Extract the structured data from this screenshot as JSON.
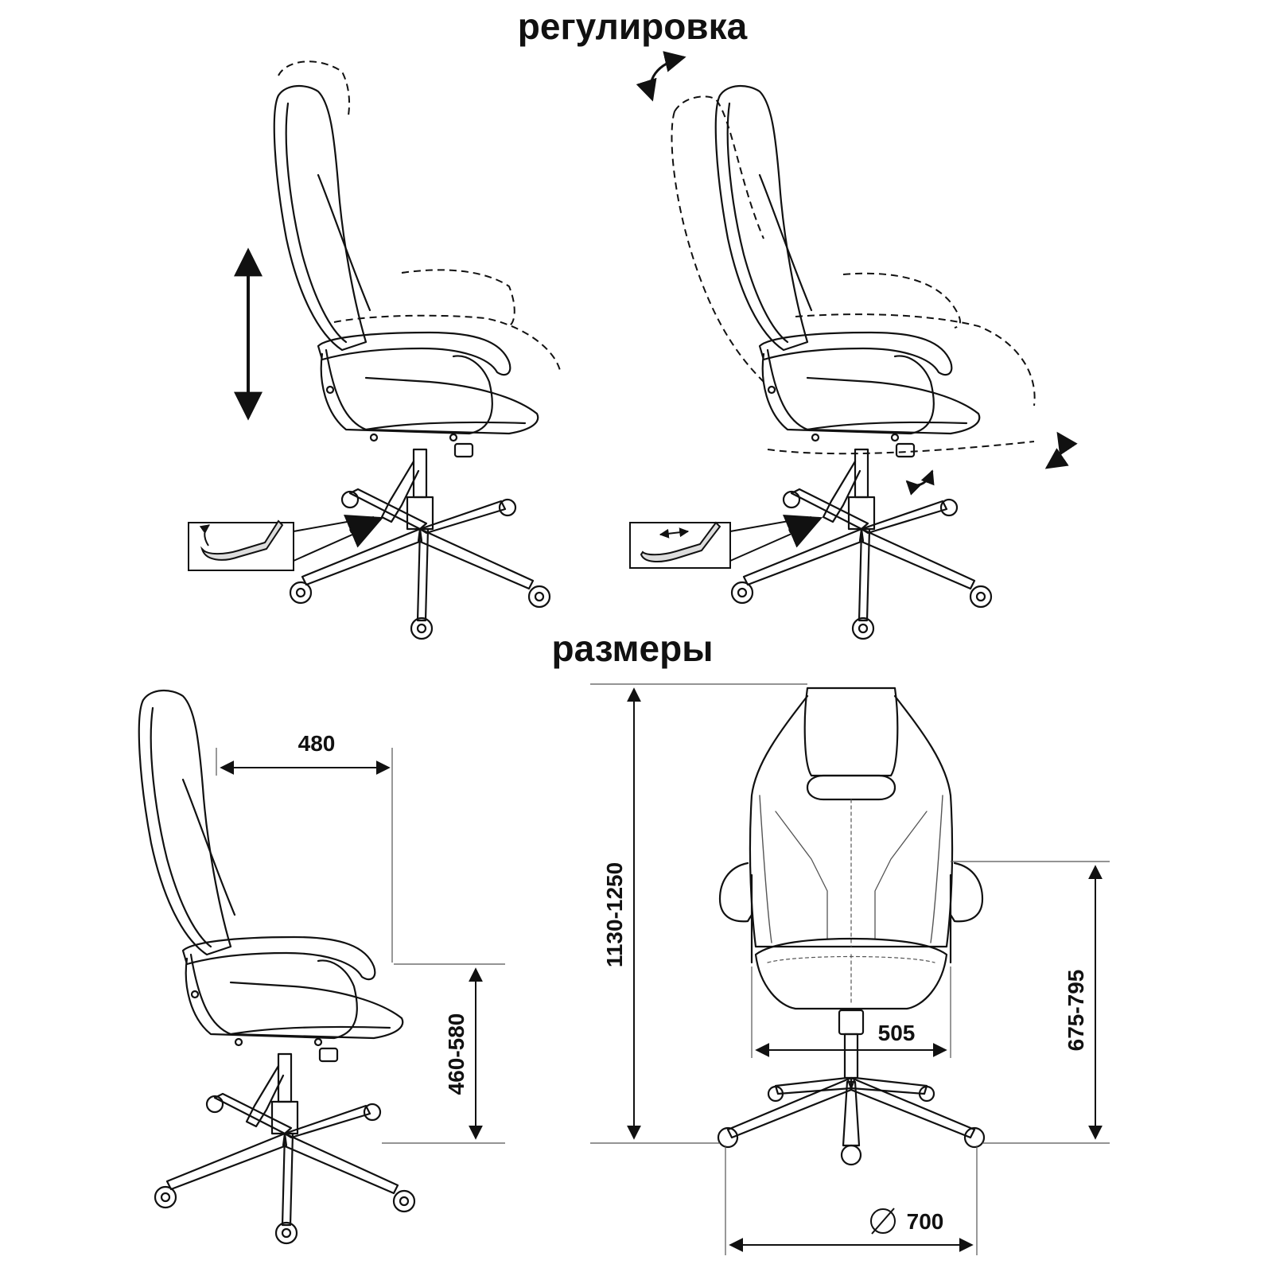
{
  "headings": {
    "adjustment": "регулировка",
    "dimensions": "размеры"
  },
  "dimensions": {
    "depth": "480",
    "seat_height": "460-580",
    "total_height": "1130-1250",
    "width": "505",
    "armrest_height": "675-795",
    "base_diameter": "700",
    "diameter_symbol": "⌀"
  },
  "icons": {
    "lever_height": "lever-up-icon",
    "lever_tilt": "lever-sideways-icon"
  },
  "colors": {
    "line": "#111111",
    "thin": "#555555",
    "background": "#ffffff"
  }
}
